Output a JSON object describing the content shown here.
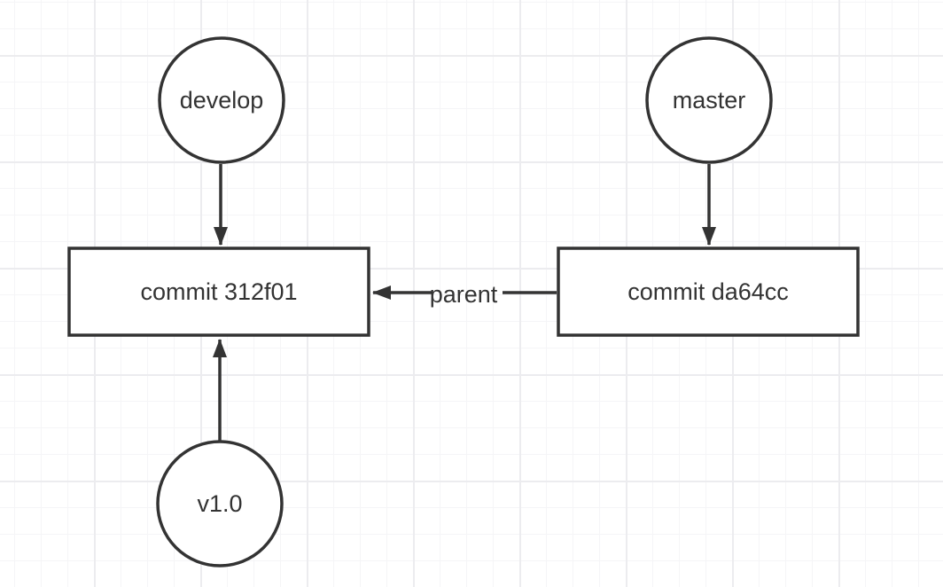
{
  "diagram": {
    "nodes": {
      "develop": {
        "label": "develop",
        "shape": "circle"
      },
      "master": {
        "label": "master",
        "shape": "circle"
      },
      "v1": {
        "label": "v1.0",
        "shape": "circle"
      },
      "commit312f01": {
        "label": "commit 312f01",
        "shape": "rectangle"
      },
      "commitda64cc": {
        "label": "commit da64cc",
        "shape": "rectangle"
      }
    },
    "edges": {
      "develop_to_commit312f01": {
        "label": "",
        "from": "develop",
        "to": "commit312f01"
      },
      "master_to_commitda64cc": {
        "label": "",
        "from": "master",
        "to": "commitda64cc"
      },
      "v1_to_commit312f01": {
        "label": "",
        "from": "v1",
        "to": "commit312f01"
      },
      "parent": {
        "label": "parent",
        "from": "commitda64cc",
        "to": "commit312f01"
      }
    },
    "colors": {
      "shape_stroke": "#333333",
      "shape_fill": "#ffffff",
      "text": "#333333",
      "canvas_background": "#ffffff",
      "grid_minor": "#f5f5f7",
      "grid_major": "#ececef"
    }
  }
}
